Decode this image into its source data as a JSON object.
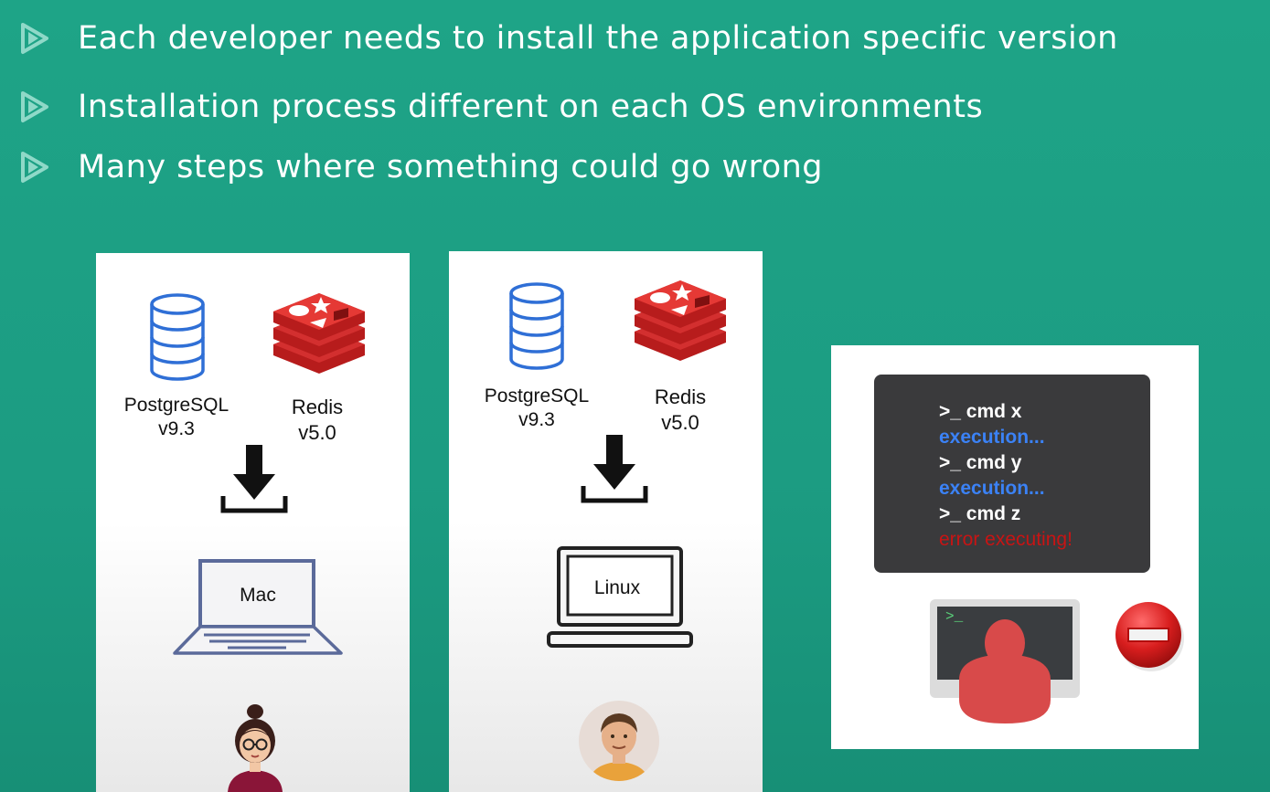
{
  "bullets": [
    {
      "text": "Each developer needs to install the application specific version"
    },
    {
      "text": "Installation process different on each OS environments"
    },
    {
      "text": "Many steps where something could go wrong"
    }
  ],
  "cards": [
    {
      "db": {
        "name": "PostgreSQL",
        "version": "v9.3"
      },
      "cache": {
        "name": "Redis",
        "version": "v5.0"
      },
      "laptop_label": "Mac"
    },
    {
      "db": {
        "name": "PostgreSQL",
        "version": "v9.3"
      },
      "cache": {
        "name": "Redis",
        "version": "v5.0"
      },
      "laptop_label": "Linux"
    }
  ],
  "terminal": {
    "lines": [
      {
        "text": ">_ cmd x",
        "kind": "cmd"
      },
      {
        "text": "execution...",
        "kind": "exec"
      },
      {
        "text": ">_ cmd y",
        "kind": "cmd"
      },
      {
        "text": "execution...",
        "kind": "exec"
      },
      {
        "text": ">_ cmd z",
        "kind": "cmd"
      },
      {
        "text": "error executing!",
        "kind": "error"
      }
    ],
    "monitor_prompt": ">_"
  },
  "colors": {
    "background": "#1ea487",
    "bullet_arrow": "#8fd9c8",
    "db_icon": "#2f6fd6",
    "redis": "#d32f2f",
    "error_text": "#c81414",
    "exec_text": "#3b82f6",
    "stop_sign": "#d81e1e"
  }
}
